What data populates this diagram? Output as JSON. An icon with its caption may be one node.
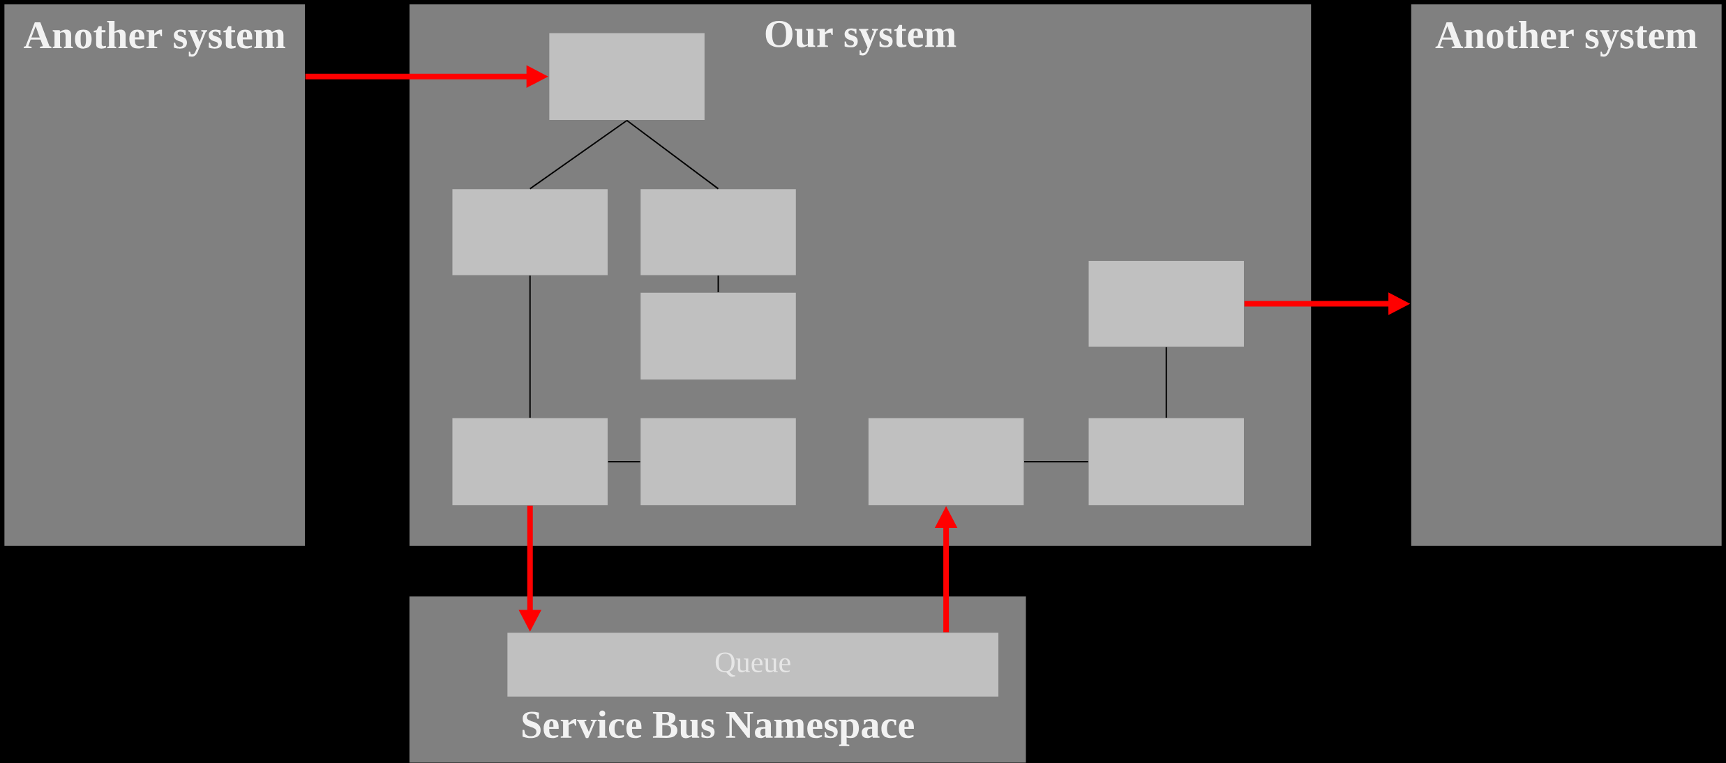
{
  "diagram": {
    "nodes": [
      {
        "text": [
          "Another system"
        ]
      },
      {
        "text": [
          "Our system"
        ]
      },
      {
        "text": [],
        "shape": "box",
        "in": 1
      },
      {
        "text": [],
        "shape": "box",
        "in": 1
      },
      {
        "text": [],
        "shape": "box",
        "in": 1
      },
      {
        "text": [],
        "shape": "box",
        "in": 1
      },
      {
        "text": [],
        "shape": "box",
        "in": 1
      },
      {
        "text": [],
        "shape": "box",
        "in": 1
      },
      {
        "text": [],
        "shape": "box",
        "in": 1
      },
      {
        "text": [],
        "shape": "box",
        "in": 1
      },
      {
        "text": [],
        "shape": "box",
        "in": 1
      },
      {
        "text": [
          "Another system"
        ]
      },
      {
        "text": [
          "Service Bus Namespace"
        ]
      },
      {
        "text": [
          "Queue"
        ],
        "in": 12
      }
    ],
    "edges": [
      {
        "from": 0,
        "to": 2,
        "arrow": "to",
        "style": "thick",
        "color": "#ff0000"
      },
      {
        "from": 2,
        "to": 3,
        "arrow": "none"
      },
      {
        "from": 2,
        "to": 4,
        "arrow": "none"
      },
      {
        "from": 4,
        "to": 5,
        "arrow": "none"
      },
      {
        "from": 3,
        "to": 6,
        "arrow": "none"
      },
      {
        "from": 6,
        "to": 7,
        "arrow": "none"
      },
      {
        "from": 8,
        "to": 10,
        "arrow": "none"
      },
      {
        "from": 9,
        "to": 10,
        "arrow": "none"
      },
      {
        "from": 9,
        "to": 11,
        "arrow": "to",
        "style": "thick",
        "color": "#ff0000"
      },
      {
        "from": 6,
        "to": 13,
        "arrow": "to",
        "style": "thick",
        "color": "#ff0000"
      },
      {
        "from": 13,
        "to": 8,
        "arrow": "to",
        "style": "thick",
        "color": "#ff0000"
      }
    ]
  }
}
